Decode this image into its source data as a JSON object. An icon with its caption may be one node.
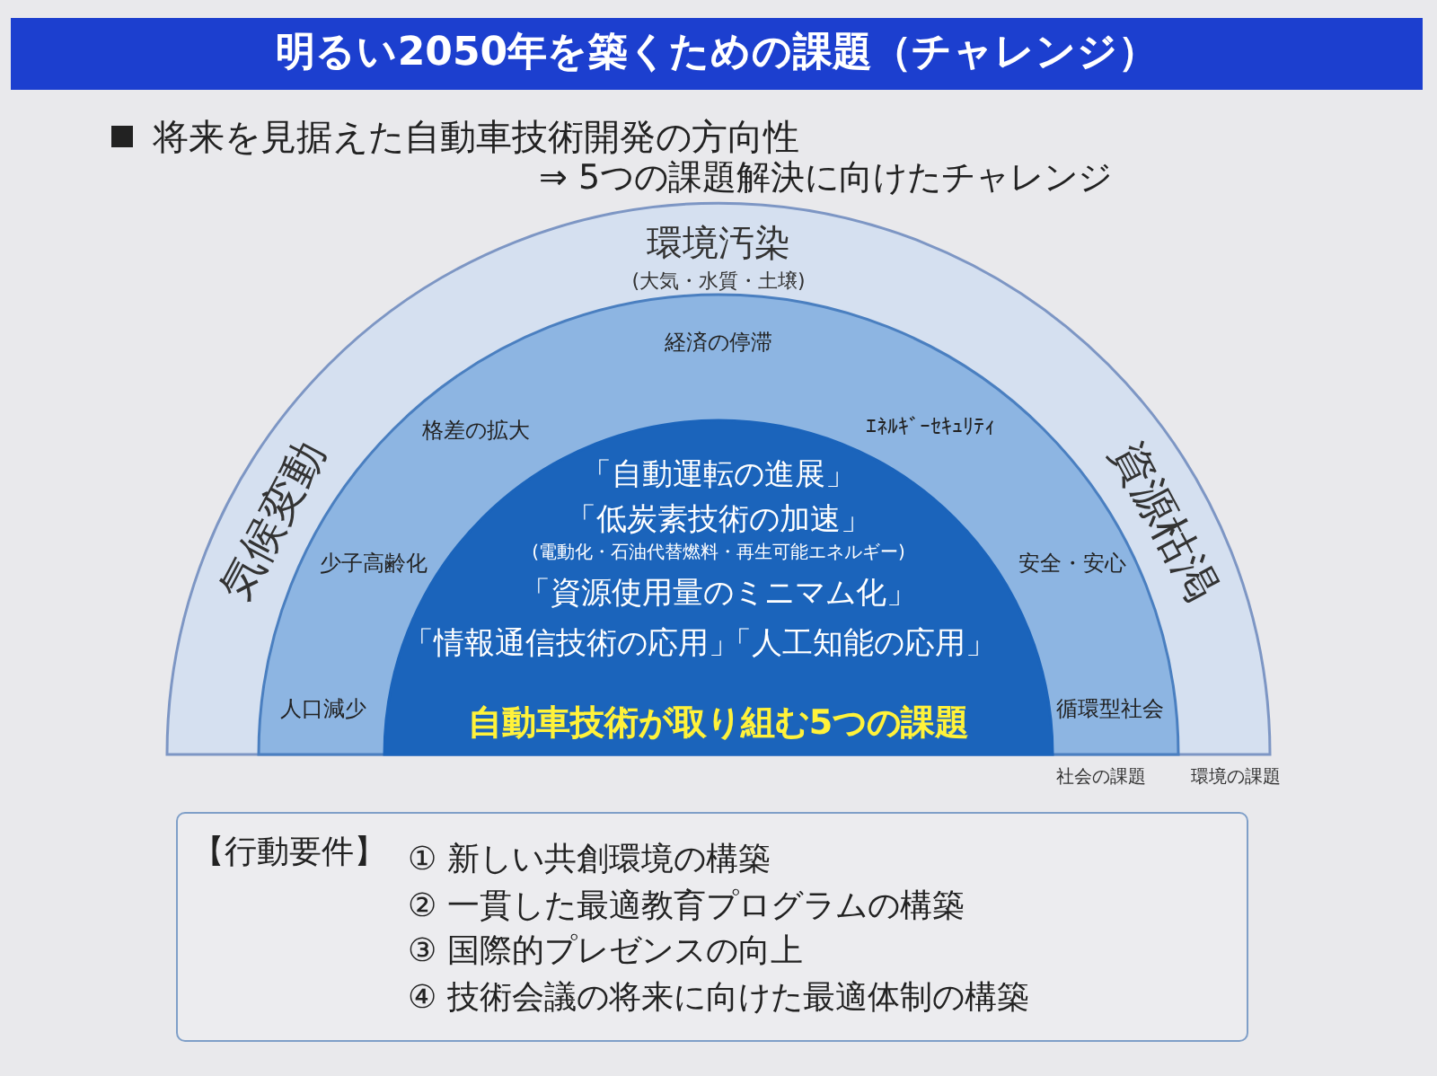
{
  "diagram": {
    "title": "明るい2050年を築くための課題（チャレンジ）",
    "nodes": [
      {
        "text": [
          "環境汚染",
          "(大気・水質・土壌)",
          "気候変動",
          "資源枯渇"
        ],
        "beside": [
          "環境の課題"
        ]
      },
      {
        "text": [
          "経済の停滞",
          "格差の拡大",
          "ｴﾈﾙｷﾞｰｾｷｭﾘﾃｨ",
          "少子高齢化",
          "安全・安心",
          "人口減少",
          "循環型社会"
        ],
        "in": 0,
        "beside": [
          "社会の課題"
        ]
      },
      {
        "text": [
          "「自動運転の進展」",
          "「低炭素技術の加速」",
          "(電動化・石油代替燃料・再生可能エネルギー)",
          "「資源使用量のミニマム化」",
          "「情報通信技術の応用」",
          "「人工知能の応用」",
          "自動車技術が取り組む5つの課題"
        ],
        "in": 1
      },
      {
        "text": [
          "【行動要件】",
          "① 新しい共創環境の構築",
          "② 一貫した最適教育プログラムの構築",
          "③ 国際的プレゼンスの向上",
          "④ 技術会議の将来に向けた最適体制の構築"
        ]
      }
    ],
    "labels": [
      "将来を見据えた自動車技術開発の方向性",
      "⇒ 5つの課題解決に向けたチャレンジ"
    ]
  }
}
